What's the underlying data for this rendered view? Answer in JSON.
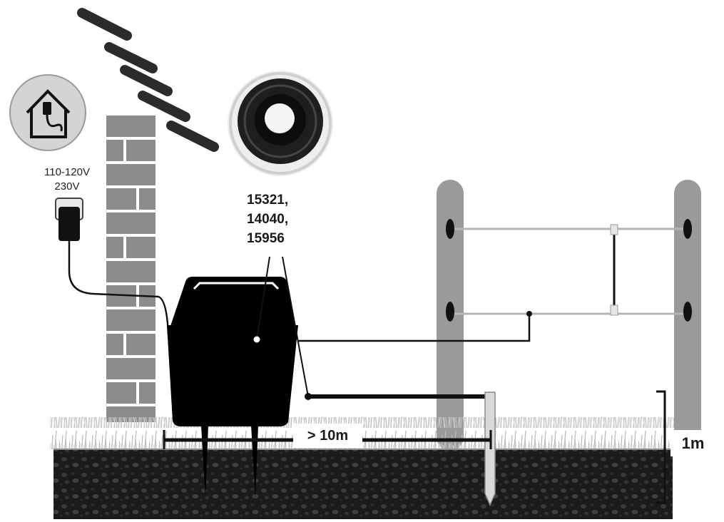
{
  "power": {
    "voltage_line1": "110-120V",
    "voltage_line2": "230V"
  },
  "product_codes": [
    "15321,",
    "14040,",
    "15956"
  ],
  "measurements": {
    "ground_rod_distance": "> 10m",
    "rod_depth": "1m"
  },
  "icons": [
    "house-plug-icon",
    "lightning-icon",
    "cable-reel-icon",
    "wall-socket-adapter-icon"
  ],
  "colors": {
    "soil": "#1c1c1c",
    "brick": "#8a8a8a",
    "post": "#9a9a9a",
    "energizer": "#000000",
    "wire": "#b5b5b5"
  }
}
